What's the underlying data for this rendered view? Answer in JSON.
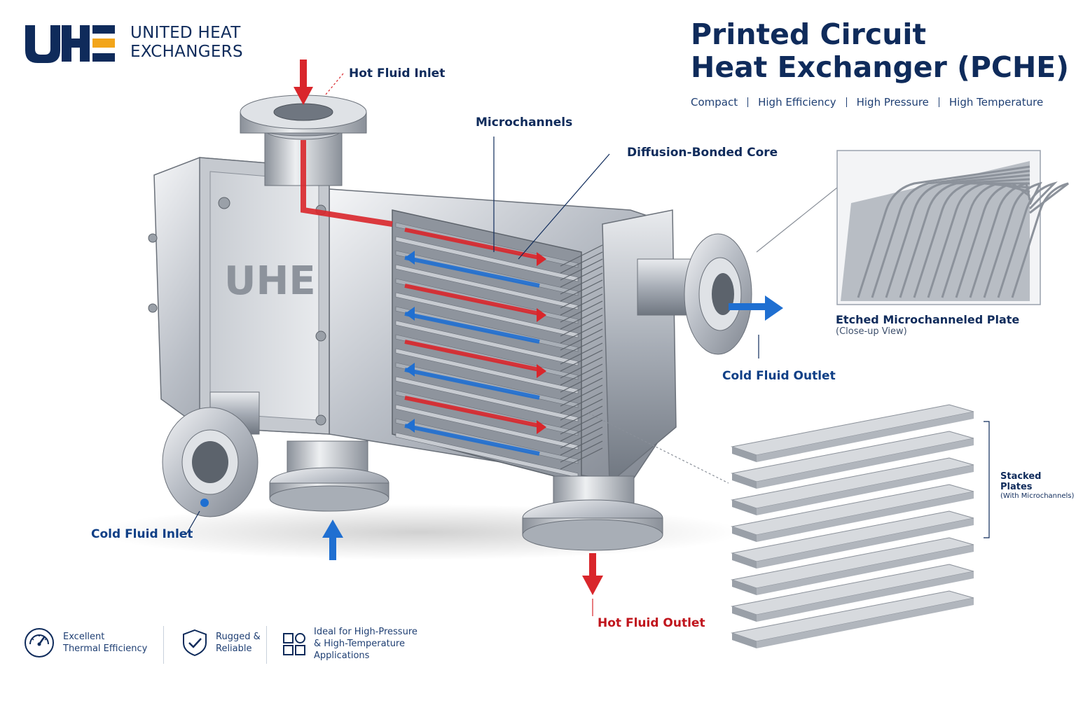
{
  "brand": {
    "name_line1": "UNITED HEAT",
    "name_line2": "EXCHANGERS",
    "mark": "UHE",
    "colors": {
      "navy": "#0f2b5b",
      "accent": "#f2a51a"
    }
  },
  "title": {
    "line1": "Printed Circuit",
    "line2": "Heat Exchanger (PCHE)"
  },
  "tags": [
    "Compact",
    "High Efficiency",
    "High Pressure",
    "High Temperature"
  ],
  "callouts": {
    "hot_inlet": "Hot Fluid Inlet",
    "microchannels": "Microchannels",
    "core": "Diffusion-Bonded Core",
    "cold_outlet": "Cold Fluid Outlet",
    "cold_inlet": "Cold Fluid Inlet",
    "hot_outlet": "Hot Fluid Outlet"
  },
  "body_mark": "UHE",
  "closeup": {
    "title": "Etched Microchanneled Plate",
    "subtitle": "(Close-up View)"
  },
  "stack": {
    "title": "Stacked Plates",
    "subtitle": "(With Microchannels)"
  },
  "features": [
    {
      "icon": "gauge-icon",
      "label": "Excellent\nThermal Efficiency"
    },
    {
      "icon": "shield-check-icon",
      "label": "Rugged &\nReliable"
    },
    {
      "icon": "grid-blocks-icon",
      "label": "Ideal for High-Pressure\n& High-Temperature\nApplications"
    }
  ],
  "flow_colors": {
    "hot": "#d9262b",
    "cold": "#1f6fd1"
  }
}
